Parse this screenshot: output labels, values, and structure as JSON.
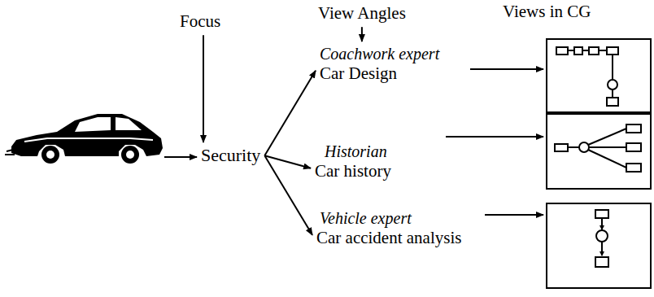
{
  "diagram": {
    "nodes": [
      {
        "text": [
          "Focus"
        ]
      },
      {
        "text": [
          "View Angles"
        ]
      },
      {
        "text": [
          "Security"
        ]
      },
      {
        "text": [
          "Coachwork expert",
          "Car Design"
        ]
      },
      {
        "text": [
          "Historian",
          "Car history"
        ]
      },
      {
        "text": [
          "Vehicle expert",
          "Car accident analysis"
        ]
      }
    ],
    "edges": [
      {
        "from": 0,
        "to": 2,
        "arrow": "to"
      },
      {
        "from": 1,
        "to": 3,
        "arrow": "to"
      },
      {
        "from": 2,
        "to": 3,
        "arrow": "to"
      },
      {
        "from": 2,
        "to": 4,
        "arrow": "to"
      },
      {
        "from": 2,
        "to": 5,
        "arrow": "to"
      }
    ],
    "labels": [
      "Views in CG"
    ]
  }
}
